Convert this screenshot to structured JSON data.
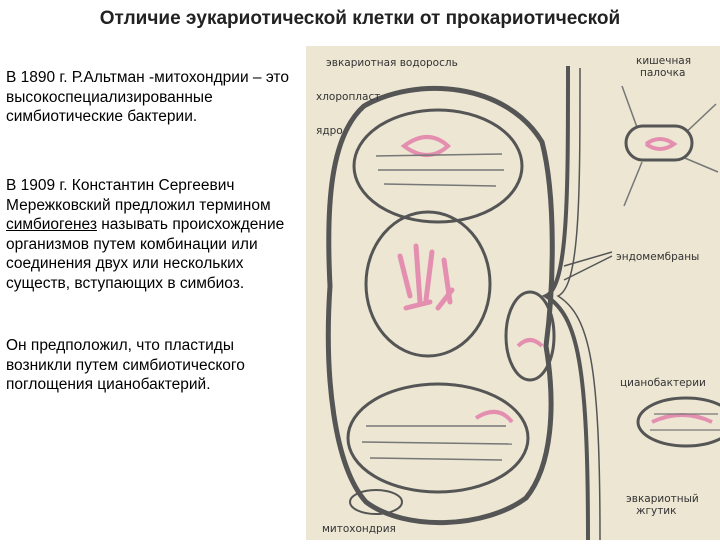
{
  "title": "Отличие эукариотической клетки от прокариотической",
  "paragraphs": {
    "p1": "В 1890 г. Р.Альтман -митохондрии – это высокоспециализированные симбиотические бактерии.",
    "p2_before": "В 1909 г. Константин Сергеевич Мережковский предложил термином ",
    "p2_term": "симбиогенез",
    "p2_after": "  называть происхождение организмов путем комбинации или соединения двух или нескольких существ, вступающих в симбиоз.",
    "p3": "Он предположил, что пластиды возникли путем симбиотического поглощения цианобактерий."
  },
  "figure": {
    "labels": {
      "eukaryotic_alga": "эвкариотная водоросль",
      "chloroplast": "хлоропласт",
      "nucleus": "ядро",
      "e_coli_line1": "кишечная",
      "e_coli_line2": "палочка",
      "endomembranes": "эндомембраны",
      "cyanobacteria": "цианобактерии",
      "flagellum_line1": "эвкариотный",
      "flagellum_line2": "жгутик",
      "mitochondria": "митохондрия"
    },
    "colors": {
      "background": "#ece6d3",
      "outline": "#555555",
      "pink": "#e48fb0"
    }
  }
}
